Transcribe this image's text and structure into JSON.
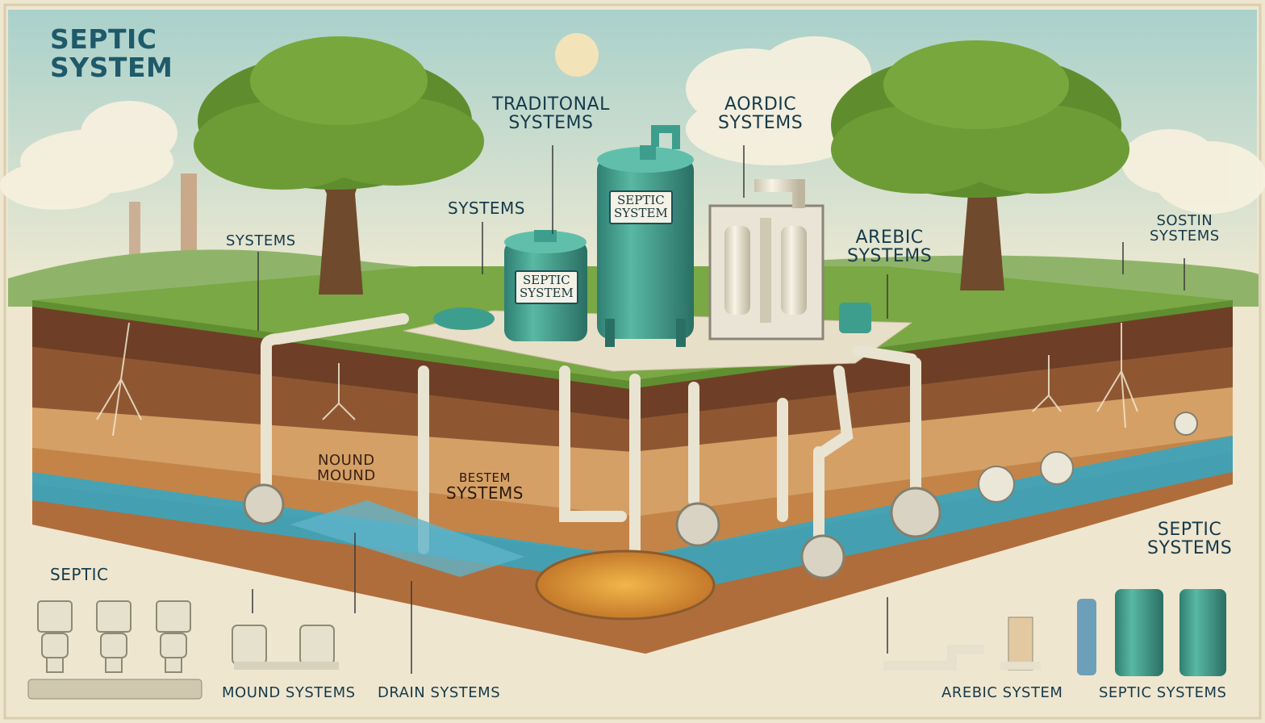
{
  "title": {
    "line1": "SEPTIC",
    "line2": "SYSTEM"
  },
  "labels": {
    "traditional": {
      "line1": "TRADITONAL",
      "line2": "SYSTEMS"
    },
    "aerobic": {
      "line1": "AORDIC",
      "line2": "SYSTEMS"
    },
    "systems_center": "SYSTEMS",
    "systems_left": "SYSTEMS",
    "arebic": {
      "line1": "AREBIC",
      "line2": "SYSTEMS"
    },
    "sostin": {
      "line1": "SOSTIN",
      "line2": "SYSTEMS"
    },
    "mound": {
      "line1": "NOUND",
      "line2": "MOUND"
    },
    "bestem": {
      "line1": "BESTEM",
      "line2": "SYSTEMS"
    },
    "septic_right": {
      "line1": "SEPTIC",
      "line2": "SYSTEMS"
    },
    "septic_left": "SEPTIC"
  },
  "tank_tags": {
    "small": {
      "line1": "SEPTIC",
      "line2": "SYSTEM"
    },
    "large": {
      "line1": "SEPTIC",
      "line2": "SYSTEM"
    }
  },
  "bottom_captions": {
    "mound": "MOUND SYSTEMS",
    "drain": "DRAIN SYSTEMS",
    "arebic": "AREBIC SYSTEM",
    "septic": "SEPTIC SYSTEMS"
  },
  "colors": {
    "sky": "#cfe3dc",
    "grass": "#6fa33a",
    "soil_top": "#7a4a2c",
    "soil_mid": "#b7773f",
    "soil_sand": "#d8a66a",
    "water": "#3aa6bf",
    "tank": "#3e9e8d",
    "pipe": "#e8e2d2",
    "label": "#163a4a"
  }
}
